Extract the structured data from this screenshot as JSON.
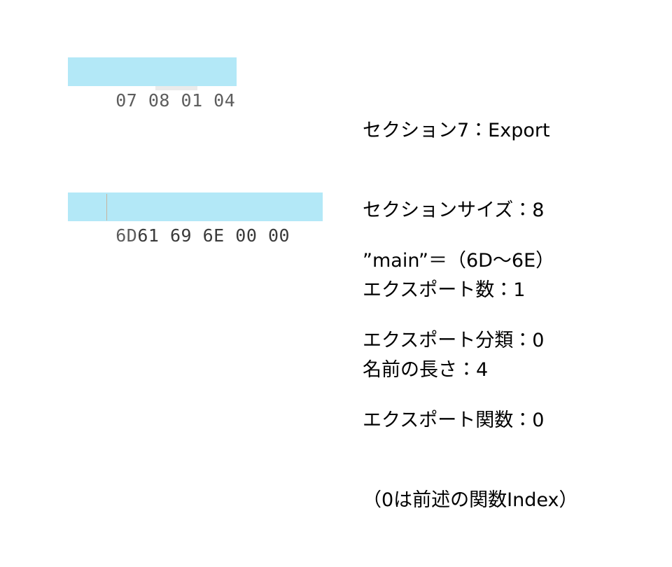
{
  "slide": {
    "background_color": "#ffffff",
    "highlight_color": "#b3e8f7",
    "text_color": "#000000",
    "hex_text_color": "#5a5a5a",
    "separator_color": "#c9a98f"
  },
  "hex_rows": [
    {
      "name": "export-section-header-bytes",
      "bytes": "07 08 01 04"
    },
    {
      "name": "export-name-bytes",
      "bytes_prefix": "6D",
      "bytes_rest": "61 69 6E 00 00",
      "bytes_full": "6D 61 69 6E 00 00"
    }
  ],
  "notes": {
    "block_1": [
      "セクション7：Export",
      "セクションサイズ：8",
      "エクスポート数：1",
      "名前の長さ：4"
    ],
    "block_2": [
      "”main”＝（6D〜6E）",
      "エクスポート分類：0",
      "エクスポート関数：0",
      "（0は前述の関数Index）"
    ]
  }
}
